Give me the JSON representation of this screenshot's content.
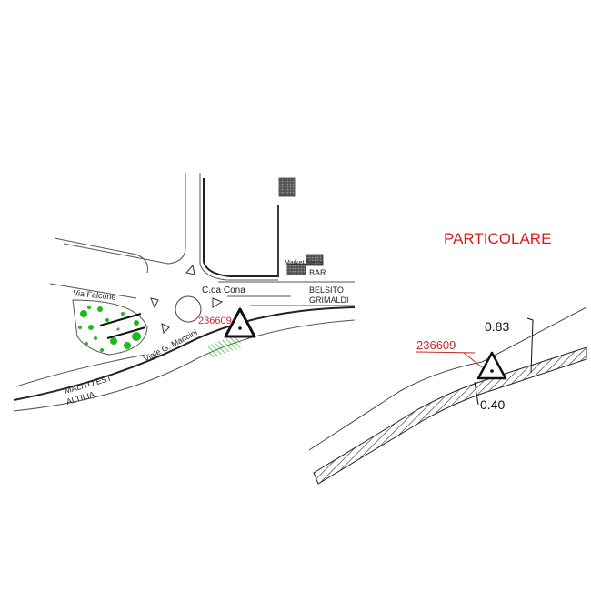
{
  "map": {
    "title": "PARTICOLARE",
    "labels": {
      "via_falcone": "Via Falcone",
      "c_da_cona": "C.da Cona",
      "belsito": "BELSITO",
      "grimaldi": "GRIMALDI",
      "viale_mancini": "Viale G. Mancini",
      "malito_est": "MALITO EST",
      "altilia": "ALTILIA",
      "bar": "BAR",
      "market": "Market Sacco"
    },
    "sign_code": "236609",
    "detail": {
      "sign_code": "236609",
      "dim_top": "0.83",
      "dim_bottom": "0.40"
    },
    "colors": {
      "title": "#e0191e",
      "code": "#d42a2a",
      "vegetation": "#1fb81f",
      "road": "#555555"
    },
    "icons": [
      "warning-triangle-icon",
      "roundabout-icon",
      "yield-arrow-icon",
      "building-icon"
    ]
  }
}
